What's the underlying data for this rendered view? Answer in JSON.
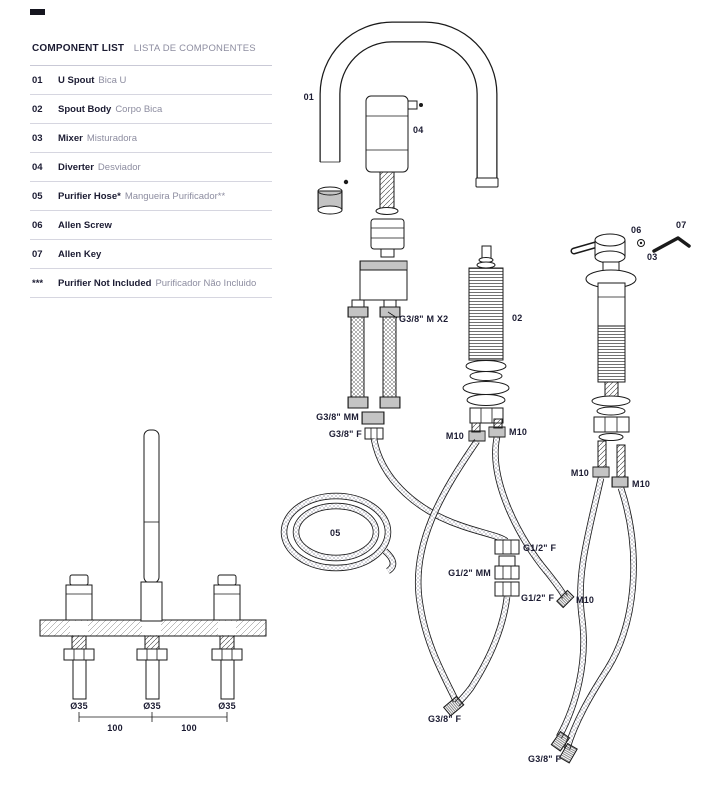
{
  "component_list": {
    "title": "COMPONENT LIST",
    "subtitle": "LISTA DE COMPONENTES",
    "rows": [
      {
        "num": "01",
        "name": "U Spout",
        "translation": "Bica U"
      },
      {
        "num": "02",
        "name": "Spout Body",
        "translation": "Corpo Bica"
      },
      {
        "num": "03",
        "name": "Mixer",
        "translation": "Misturadora"
      },
      {
        "num": "04",
        "name": "Diverter",
        "translation": "Desviador"
      },
      {
        "num": "05",
        "name": "Purifier Hose*",
        "translation": "Mangueira Purificador**"
      },
      {
        "num": "06",
        "name": "Allen Screw",
        "translation": ""
      },
      {
        "num": "07",
        "name": "Allen Key",
        "translation": ""
      },
      {
        "num": "***",
        "name": "Purifier Not Included",
        "translation": "Purificador Não Incluido"
      }
    ]
  },
  "labels": {
    "p01": "01",
    "p02": "02",
    "p03": "03",
    "p04": "04",
    "p05": "05",
    "p06": "06",
    "p07": "07",
    "g38_m_x2": "G3/8\" M X2",
    "g38_mm": "G3/8\" MM",
    "g38_f": "G3/8\" F",
    "g12_f": "G1/2\" F",
    "g12_mm": "G1/2\" MM",
    "m10": "M10",
    "dia35": "Ø35",
    "dim100": "100"
  },
  "colors": {
    "ink": "#1b1b32",
    "muted": "#8d8da0",
    "line": "#1a1a1a",
    "background": "#ffffff"
  }
}
